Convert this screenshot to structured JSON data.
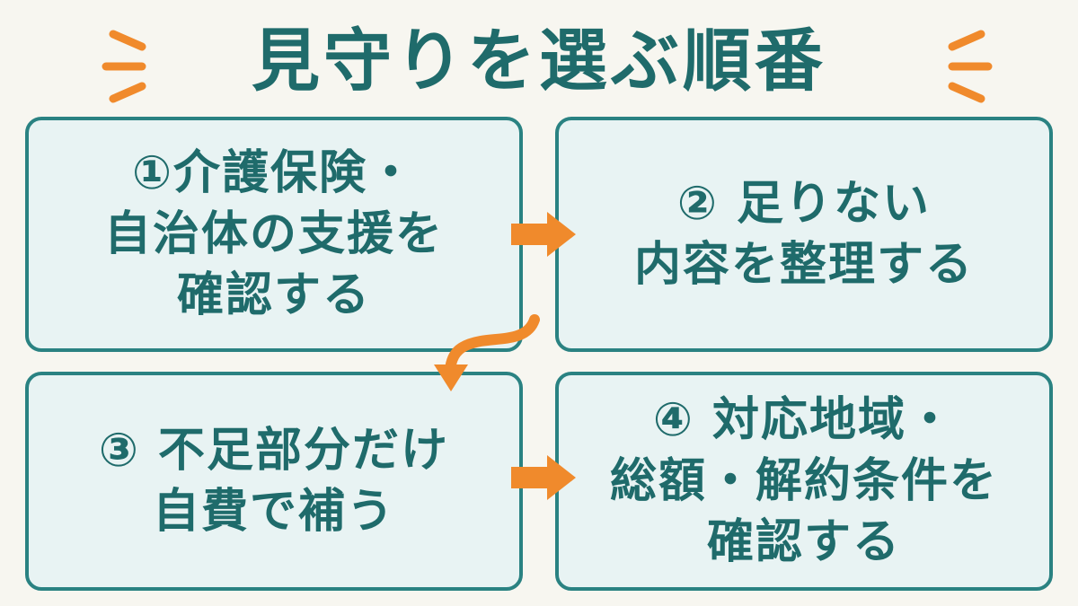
{
  "colors": {
    "background": "#f7f6f0",
    "title_text": "#1f6b6b",
    "box_border": "#2a8282",
    "box_fill": "#e8f3f3",
    "box_text": "#1f6b6b",
    "accent": "#f08a2c"
  },
  "title": "見守りを選ぶ順番",
  "steps": [
    {
      "lines": [
        "①介護保険・",
        "自治体の支援を",
        "確認する"
      ]
    },
    {
      "lines": [
        "② 足りない",
        "内容を整理する"
      ]
    },
    {
      "lines": [
        "③ 不足部分だけ",
        "自費で補う"
      ]
    },
    {
      "lines": [
        "④ 対応地域・",
        "総額・解約条件を",
        "確認する"
      ]
    }
  ]
}
